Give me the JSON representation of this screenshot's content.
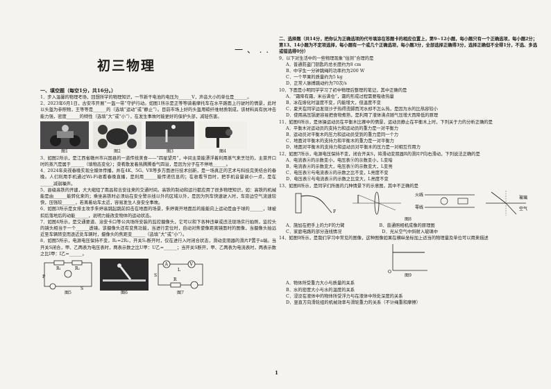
{
  "header": {
    "title": "初三物理",
    "corner_mark": "一 、 . .",
    "page_number": "1"
  },
  "section1": {
    "heading": "一、填空题（每空1分，共16分。）",
    "questions": [
      "1．步入温馨的物理考场，回想所学的物理知识，一节新干电池的电压为______V，声音大小的单位是______。",
      "2．2023年6月1日，古安市开展“一盔一带”守护行动。如图1所示是正等等骑着摩托车在水平路面上行驶时的情景，此时以头盔为参照物，王等等是______的（选填“运动”或“静止”）。目前市场上好的头盔用碳纤维材质制成，该材料具有抗冲击能力强，密度______的特性（选填“大”或“小”），在发生事故时能更好的保护头部，减轻伤害。",
      "3．如图2所示，是江西省赣州市兴国县的一道传统美食——“四星望月”，中间主菜能漂浮着利用蒸气来烹饪的，主菜开口时的蒸汽是属于______（填物态变化）；菜肴散发着热腾腾香气四溢，是因为分子在不停地______。",
      "4．2024年央视春晚实现全媒体传播，并在4K、5G、VR等多方面进行技术创新，是一场真正的艺术与科技完美结合的春晚。人们利用手机通过Wi-Fi收看春晚直播，是利用______能传递信息的；在收看节目时，把手机音量调小一点，是在______减弱噪声。",
      "5．县级高铁的开建，大大缩短了南昌和吉安往来的交通时间。高铁的制动和运行都应用了很多物理知识，如：高铁的机械能是由______能转化来的；乘坐高铁时必须站在安全警示线以外的区域以外，是因为列车快速驶入时，车旁边空气流速较快，压强较______，若离着站车太近，容易发生人身安全事故。",
      "6．如图3所示是女排主攻手朱婷高跳起跳前扣击在地面的场景，朱婷离开地面后的能能向上运动是由于球的______，球被扣后落地后的动能______，说明力能改变物体的运动状态。",
      "7．如图4所示，是交通要道、治安卡口等公共场所安装的监控摄像头，它可以和下各种违章或违法现场实行拍照，监控头的镜头相当于一个______透镜。该摄像头还有变焦功能，当进行定位时，自动对焦使像距离镜面时的图像，当摄像头拍远近至车辆转变而逐近处车辆时，摄像头的焦距变______（选填“大”或“小”）。",
      "8．如图5所示，电源电压保持不变，R₁=2R₂，开关S₁断开时，仅在进行入时闭合状态，滑动变阻器的滑片P置于a端。当开关S闭合，甲、乙两表为电压表时，两表示数之比U甲：U乙=______；当开关S断开，甲、乙两表为电流表时，两表示数之比I甲：I乙=______。"
    ],
    "figures_a": [
      "图1",
      "图2",
      "图3",
      "图4"
    ],
    "figures_b": [
      "图5",
      "图6",
      "图7"
    ]
  },
  "section2": {
    "heading": "二、选择题（共14分，把你认为正确选项的代号填涂在答题卡的相应位置上，第9~12小题，每小题只有一个正确选项，每小题2分；第13、14小题为不定项选择，每小题有一个或几个正确选项，每小题3分，全部选择正确得3分，选择正确但不全得1分，不选、多选或错选得0分）",
    "questions": [
      {
        "stem": "9．以下对生活中的一些物理现象“估测”合理的是",
        "options": [
          "A．普通防盗门钥匙的总长度约为8 cm",
          "B．中学生一分钟跳绳的功率约为200 W",
          "C．一个苹果的质量约为5 kg",
          "D．正常人脉搏跳动约为70次/s"
        ]
      },
      {
        "stem": "10．下面是小明同学学习了初中物理后整理的笔记，其中正确的是",
        "options": [
          "A．“霜降有霜，米谷满仓”，霜的形成过程需要吸收热量",
          "B．冰在熔化时温度不变，内能增大，但温度不变",
          "C．夏天在同学边发现沙子热得烫脚而河水却不怎么热，是因为水的比热容较小",
          "D．使用高压锅更容易把食物煮熟，是利用了液体沸点随气压增大而降低的原理"
        ]
      },
      {
        "stem": "11．如图6所示，是体操运动员在平衡木比赛中的情景，运动员静止在平衡木上时，下列关于力的分析正确的是",
        "options": [
          "A．平衡木对运动员的支持力和运动员的重力是一对平衡力",
          "B．运动员对平衡木的压力和运动员受到的重力是同一个力",
          "C．地面对平衡木的支持力和平衡木的重力是一对平衡力",
          "D．地面对平衡木的支持力和运动员对平衡木的压力是一对相互作用力"
        ]
      },
      {
        "stem": "12．如图7所示，电源电压保持不变，闭合开关S，将滑动变阻器R的滑片P向右滑动，下列说法正确的是",
        "options": [
          "A．电流表Ⓐ的示数变小，电压表Ⓥ的示数变小，L变暗",
          "B．电流表Ⓐ的示数变大，电压表Ⓥ的示数变大，L变亮",
          "C．电压表Ⓥ与电流表Ⓐ的示数之比不变，L亮度不变",
          "D．电压表Ⓥ与电流表Ⓐ的示数之比变大，L亮度不变"
        ]
      },
      {
        "stem": "13．如图8所示，是同学们所画的几种情景下的示意图，其中不正确的是",
        "figure_caption": "图8",
        "options_a": [
          "A．施加在把手上的力F的力臂",
          "B．普通照相机成像的原理图"
        ],
        "options_b": [
          "C．家庭电路的部分连线情况",
          "D．光从空气中斜射入玻璃中"
        ]
      },
      {
        "stem": "14．如图9所示，是我们学习中常见的图像，这种图像如果在横纵坐标加上适当的物理量及单位可以用来描述",
        "figure_caption": "图9",
        "options": [
          "A．物体所受重力大小与质量的关系",
          "B．水的密度大小与水的温度的关系",
          "C．浸没在液体中的物体所受浮力与在液体中所处深度的关系",
          "D．竖直方向滑轮组的机械效率与滑轮重力的关系（不计绳重和摩擦）"
        ]
      }
    ]
  },
  "labels": {
    "fig8_panel_a_letter": "F",
    "fig8_panel_b_left": "火线",
    "fig8_panel_b_right": "零线",
    "fig8_panel_d_top": "玻璃",
    "fig8_panel_d_bottom": "空气",
    "fig9_origin": "O",
    "fig5_r1": "R₁",
    "fig5_r2": "R₂",
    "fig5_p": "P",
    "fig5_s": "S",
    "fig7_l": "L",
    "fig7_r": "R",
    "fig7_s": "S"
  }
}
